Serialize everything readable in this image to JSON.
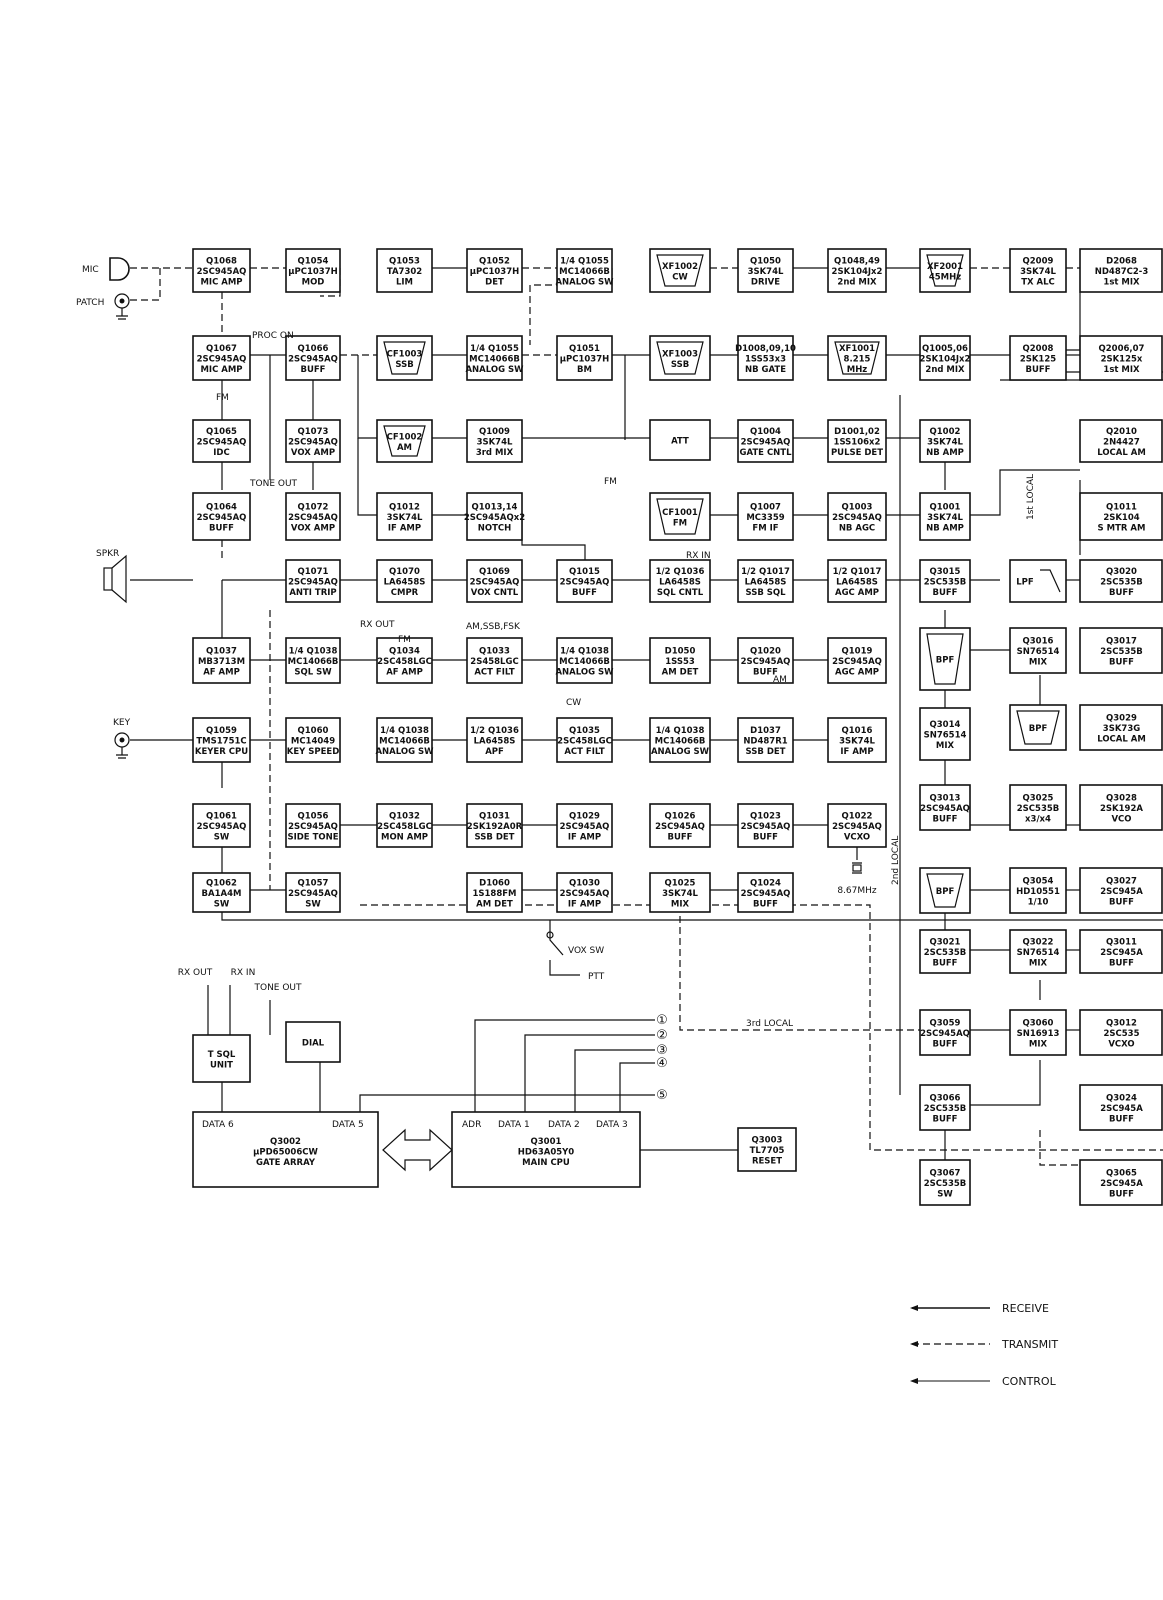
{
  "blocks": [
    {
      "id": "q1068",
      "lines": [
        "Q1068",
        "2SC945AQ",
        "MIC AMP"
      ]
    },
    {
      "id": "q1054",
      "lines": [
        "Q1054",
        "μPC1037H",
        "MOD"
      ]
    },
    {
      "id": "q1053",
      "lines": [
        "Q1053",
        "TA7302",
        "LIM"
      ]
    },
    {
      "id": "q1052",
      "lines": [
        "Q1052",
        "μPC1037H",
        "DET"
      ]
    },
    {
      "id": "q1055",
      "lines": [
        "1/4 Q1055",
        "MC14066B",
        "ANALOG SW"
      ]
    },
    {
      "id": "xf1002",
      "lines": [
        "XF1002",
        "CW"
      ]
    },
    {
      "id": "q1050",
      "lines": [
        "Q1050",
        "3SK74L",
        "DRIVE"
      ]
    },
    {
      "id": "q1048",
      "lines": [
        "Q1048,49",
        "2SK104Jx2",
        "2nd MIX"
      ]
    },
    {
      "id": "xf2001",
      "lines": [
        "XF2001",
        "45MHz"
      ]
    },
    {
      "id": "q2009",
      "lines": [
        "Q2009",
        "3SK74L",
        "TX ALC"
      ]
    },
    {
      "id": "d2068",
      "lines": [
        "D2068",
        "ND487C2-3",
        "1st MIX"
      ]
    },
    {
      "id": "q1067",
      "lines": [
        "Q1067",
        "2SC945AQ",
        "MIC AMP"
      ]
    },
    {
      "id": "q1066",
      "lines": [
        "Q1066",
        "2SC945AQ",
        "BUFF"
      ]
    },
    {
      "id": "cf1003",
      "lines": [
        "CF1003",
        "SSB"
      ]
    },
    {
      "id": "q1055b",
      "lines": [
        "1/4 Q1055",
        "MC14066B",
        "ANALOG SW"
      ]
    },
    {
      "id": "q1051",
      "lines": [
        "Q1051",
        "μPC1037H",
        "BM"
      ]
    },
    {
      "id": "xf1003",
      "lines": [
        "XF1003",
        "SSB"
      ]
    },
    {
      "id": "d1008",
      "lines": [
        "D1008,09,10",
        "1SS53x3",
        "NB GATE"
      ]
    },
    {
      "id": "xf1001",
      "lines": [
        "XF1001",
        "8.215",
        "MHz"
      ]
    },
    {
      "id": "q1005",
      "lines": [
        "Q1005,06",
        "2SK104Jx2",
        "2nd MIX"
      ]
    },
    {
      "id": "q2008",
      "lines": [
        "Q2008",
        "2SK125",
        "BUFF"
      ]
    },
    {
      "id": "q2006",
      "lines": [
        "Q2006,07",
        "2SK125x",
        "1st MIX"
      ]
    },
    {
      "id": "q1065",
      "lines": [
        "Q1065",
        "2SC945AQ",
        "IDC"
      ]
    },
    {
      "id": "q1073",
      "lines": [
        "Q1073",
        "2SC945AQ",
        "VOX AMP"
      ]
    },
    {
      "id": "cf1002",
      "lines": [
        "CF1002",
        "AM"
      ]
    },
    {
      "id": "q1009",
      "lines": [
        "Q1009",
        "3SK74L",
        "3rd MIX"
      ]
    },
    {
      "id": "att",
      "lines": [
        "ATT"
      ]
    },
    {
      "id": "q1004",
      "lines": [
        "Q1004",
        "2SC945AQ",
        "GATE CNTL"
      ]
    },
    {
      "id": "d1001",
      "lines": [
        "D1001,02",
        "1SS106x2",
        "PULSE DET"
      ]
    },
    {
      "id": "q1002",
      "lines": [
        "Q1002",
        "3SK74L",
        "NB AMP"
      ]
    },
    {
      "id": "q2010",
      "lines": [
        "Q2010",
        "2N4427",
        "LOCAL AM"
      ]
    },
    {
      "id": "q1064",
      "lines": [
        "Q1064",
        "2SC945AQ",
        "BUFF"
      ]
    },
    {
      "id": "q1072",
      "lines": [
        "Q1072",
        "2SC945AQ",
        "VOX AMP"
      ]
    },
    {
      "id": "q1012",
      "lines": [
        "Q1012",
        "3SK74L",
        "IF AMP"
      ]
    },
    {
      "id": "q1013",
      "lines": [
        "Q1013,14",
        "2SC945AQx2",
        "NOTCH"
      ]
    },
    {
      "id": "cf1001",
      "lines": [
        "CF1001",
        "FM"
      ]
    },
    {
      "id": "q1007",
      "lines": [
        "Q1007",
        "MC3359",
        "FM IF"
      ]
    },
    {
      "id": "q1003",
      "lines": [
        "Q1003",
        "2SC945AQ",
        "NB AGC"
      ]
    },
    {
      "id": "q1001",
      "lines": [
        "Q1001",
        "3SK74L",
        "NB AMP"
      ]
    },
    {
      "id": "q1011",
      "lines": [
        "Q1011",
        "2SK104",
        "S MTR AM"
      ]
    },
    {
      "id": "q1071",
      "lines": [
        "Q1071",
        "2SC945AQ",
        "ANTI TRIP"
      ]
    },
    {
      "id": "q1070",
      "lines": [
        "Q1070",
        "LA6458S",
        "CMPR"
      ]
    },
    {
      "id": "q1069",
      "lines": [
        "Q1069",
        "2SC945AQ",
        "VOX CNTL"
      ]
    },
    {
      "id": "q1015",
      "lines": [
        "Q1015",
        "2SC945AQ",
        "BUFF"
      ]
    },
    {
      "id": "q1036a",
      "lines": [
        "1/2 Q1036",
        "LA6458S",
        "SQL CNTL"
      ]
    },
    {
      "id": "q1017a",
      "lines": [
        "1/2 Q1017",
        "LA6458S",
        "SSB SQL"
      ]
    },
    {
      "id": "q1017b",
      "lines": [
        "1/2 Q1017",
        "LA6458S",
        "AGC AMP"
      ]
    },
    {
      "id": "q3015",
      "lines": [
        "Q3015",
        "2SC535B",
        "BUFF"
      ]
    },
    {
      "id": "lpf",
      "lines": [
        "LPF"
      ]
    },
    {
      "id": "q3020",
      "lines": [
        "Q3020",
        "2SC535B",
        "BUFF"
      ]
    },
    {
      "id": "q1037",
      "lines": [
        "Q1037",
        "MB3713M",
        "AF AMP"
      ]
    },
    {
      "id": "q1038a",
      "lines": [
        "1/4 Q1038",
        "MC14066B",
        "SQL SW"
      ]
    },
    {
      "id": "q1034",
      "lines": [
        "Q1034",
        "2SC458LGC",
        "AF AMP"
      ]
    },
    {
      "id": "q1033",
      "lines": [
        "Q1033",
        "2S458LGC",
        "ACT FILT"
      ]
    },
    {
      "id": "q1038b",
      "lines": [
        "1/4 Q1038",
        "MC14066B",
        "ANALOG SW"
      ]
    },
    {
      "id": "d1050",
      "lines": [
        "D1050",
        "1SS53",
        "AM DET"
      ]
    },
    {
      "id": "q1020",
      "lines": [
        "Q1020",
        "2SC945AQ",
        "BUFF"
      ]
    },
    {
      "id": "q1019",
      "lines": [
        "Q1019",
        "2SC945AQ",
        "AGC AMP"
      ]
    },
    {
      "id": "bpf1",
      "lines": [
        "BPF"
      ]
    },
    {
      "id": "q3016",
      "lines": [
        "Q3016",
        "SN76514",
        "MIX"
      ]
    },
    {
      "id": "q3017",
      "lines": [
        "Q3017",
        "2SC535B",
        "BUFF"
      ]
    },
    {
      "id": "q1059",
      "lines": [
        "Q1059",
        "TMS1751C",
        "KEYER CPU"
      ]
    },
    {
      "id": "q1060",
      "lines": [
        "Q1060",
        "MC14049",
        "KEY SPEED"
      ]
    },
    {
      "id": "q1038c",
      "lines": [
        "1/4 Q1038",
        "MC14066B",
        "ANALOG SW"
      ]
    },
    {
      "id": "q1036b",
      "lines": [
        "1/2 Q1036",
        "LA6458S",
        "APF"
      ]
    },
    {
      "id": "q1035",
      "lines": [
        "Q1035",
        "2SC458LGC",
        "ACT FILT"
      ]
    },
    {
      "id": "q1038d",
      "lines": [
        "1/4 Q1038",
        "MC14066B",
        "ANALOG SW"
      ]
    },
    {
      "id": "d1037",
      "lines": [
        "D1037",
        "ND487R1",
        "SSB DET"
      ]
    },
    {
      "id": "q1016",
      "lines": [
        "Q1016",
        "3SK74L",
        "IF AMP"
      ]
    },
    {
      "id": "q3014",
      "lines": [
        "Q3014",
        "SN76514",
        "MIX"
      ]
    },
    {
      "id": "bpf2",
      "lines": [
        "BPF"
      ]
    },
    {
      "id": "q3029",
      "lines": [
        "Q3029",
        "3SK73G",
        "LOCAL AM"
      ]
    },
    {
      "id": "q1061",
      "lines": [
        "Q1061",
        "2SC945AQ",
        "SW"
      ]
    },
    {
      "id": "q1056",
      "lines": [
        "Q1056",
        "2SC945AQ",
        "SIDE TONE"
      ]
    },
    {
      "id": "q1032",
      "lines": [
        "Q1032",
        "2SC458LGC",
        "MON AMP"
      ]
    },
    {
      "id": "q1031",
      "lines": [
        "Q1031",
        "2SK192A0R",
        "SSB DET"
      ]
    },
    {
      "id": "q1029",
      "lines": [
        "Q1029",
        "2SC945AQ",
        "IF AMP"
      ]
    },
    {
      "id": "q1026",
      "lines": [
        "Q1026",
        "2SC945AQ",
        "BUFF"
      ]
    },
    {
      "id": "q1023",
      "lines": [
        "Q1023",
        "2SC945AQ",
        "BUFF"
      ]
    },
    {
      "id": "q1022",
      "lines": [
        "Q1022",
        "2SC945AQ",
        "VCXO"
      ]
    },
    {
      "id": "q3013",
      "lines": [
        "Q3013",
        "2SC945AQ",
        "BUFF"
      ]
    },
    {
      "id": "q3025",
      "lines": [
        "Q3025",
        "2SC535B",
        "x3/x4"
      ]
    },
    {
      "id": "q3028",
      "lines": [
        "Q3028",
        "2SK192A",
        "VCO"
      ]
    },
    {
      "id": "q1062",
      "lines": [
        "Q1062",
        "BA1A4M",
        "SW"
      ]
    },
    {
      "id": "q1057",
      "lines": [
        "Q1057",
        "2SC945AQ",
        "SW"
      ]
    },
    {
      "id": "d1060",
      "lines": [
        "D1060",
        "1S188FM",
        "AM DET"
      ]
    },
    {
      "id": "q1030",
      "lines": [
        "Q1030",
        "2SC945AQ",
        "IF AMP"
      ]
    },
    {
      "id": "q1025",
      "lines": [
        "Q1025",
        "3SK74L",
        "MIX"
      ]
    },
    {
      "id": "q1024",
      "lines": [
        "Q1024",
        "2SC945AQ",
        "BUFF"
      ]
    },
    {
      "id": "bpf3",
      "lines": [
        "BPF"
      ]
    },
    {
      "id": "q3054",
      "lines": [
        "Q3054",
        "HD10551",
        "1/10"
      ]
    },
    {
      "id": "q3027",
      "lines": [
        "Q3027",
        "2SC945A",
        "BUFF"
      ]
    },
    {
      "id": "q3021",
      "lines": [
        "Q3021",
        "2SC535B",
        "BUFF"
      ]
    },
    {
      "id": "q3022",
      "lines": [
        "Q3022",
        "SN76514",
        "MIX"
      ]
    },
    {
      "id": "q3011",
      "lines": [
        "Q3011",
        "2SC945A",
        "BUFF"
      ]
    },
    {
      "id": "tsql",
      "lines": [
        "T SQL",
        "UNIT"
      ]
    },
    {
      "id": "dial",
      "lines": [
        "DIAL"
      ]
    },
    {
      "id": "q3059",
      "lines": [
        "Q3059",
        "2SC945AQ",
        "BUFF"
      ]
    },
    {
      "id": "q3060",
      "lines": [
        "Q3060",
        "SN16913",
        "MIX"
      ]
    },
    {
      "id": "q3012",
      "lines": [
        "Q3012",
        "2SC535",
        "VCXO"
      ]
    },
    {
      "id": "q3066",
      "lines": [
        "Q3066",
        "2SC535B",
        "BUFF"
      ]
    },
    {
      "id": "q3024",
      "lines": [
        "Q3024",
        "2SC945A",
        "BUFF"
      ]
    },
    {
      "id": "q3002",
      "lines": [
        "Q3002",
        "μPD65006CW",
        "GATE ARRAY"
      ]
    },
    {
      "id": "q3001",
      "lines": [
        "Q3001",
        "HD63A05Y0",
        "MAIN CPU"
      ]
    },
    {
      "id": "q3003",
      "lines": [
        "Q3003",
        "TL7705",
        "RESET"
      ]
    },
    {
      "id": "q3067",
      "lines": [
        "Q3067",
        "2SC535B",
        "SW"
      ]
    },
    {
      "id": "q3065",
      "lines": [
        "Q3065",
        "2SC945A",
        "BUFF"
      ]
    }
  ],
  "ports": {
    "mic": "MIC",
    "patch": "PATCH",
    "spkr": "SPKR",
    "key": "KEY",
    "vox_sw": "VOX SW",
    "ptt": "PTT",
    "rx_out": "RX OUT",
    "rx_in": "RX IN",
    "tone_out": "TONE OUT",
    "xtal_freq": "8.67MHz"
  },
  "signal_labels": {
    "proc_on": "PROC ON",
    "fm_1": "FM",
    "tone_out": "TONE OUT",
    "fm_2": "FM",
    "rx_in": "RX IN",
    "rx_out": "RX OUT",
    "fm_3": "FM",
    "modes": "AM,SSB,FSK",
    "cw": "CW",
    "am": "AM",
    "first_local": "1st LOCAL",
    "second_local": "2nd LOCAL",
    "third_local": "3rd LOCAL"
  },
  "cpu_pins": {
    "data6": "DATA 6",
    "data5": "DATA 5",
    "adr": "ADR",
    "data1": "DATA 1",
    "data2": "DATA 2",
    "data3": "DATA 3"
  },
  "control_outputs": [
    "①",
    "②",
    "③",
    "④",
    "⑤"
  ],
  "legend": {
    "receive": "RECEIVE",
    "transmit": "TRANSMIT",
    "control": "CONTROL"
  }
}
